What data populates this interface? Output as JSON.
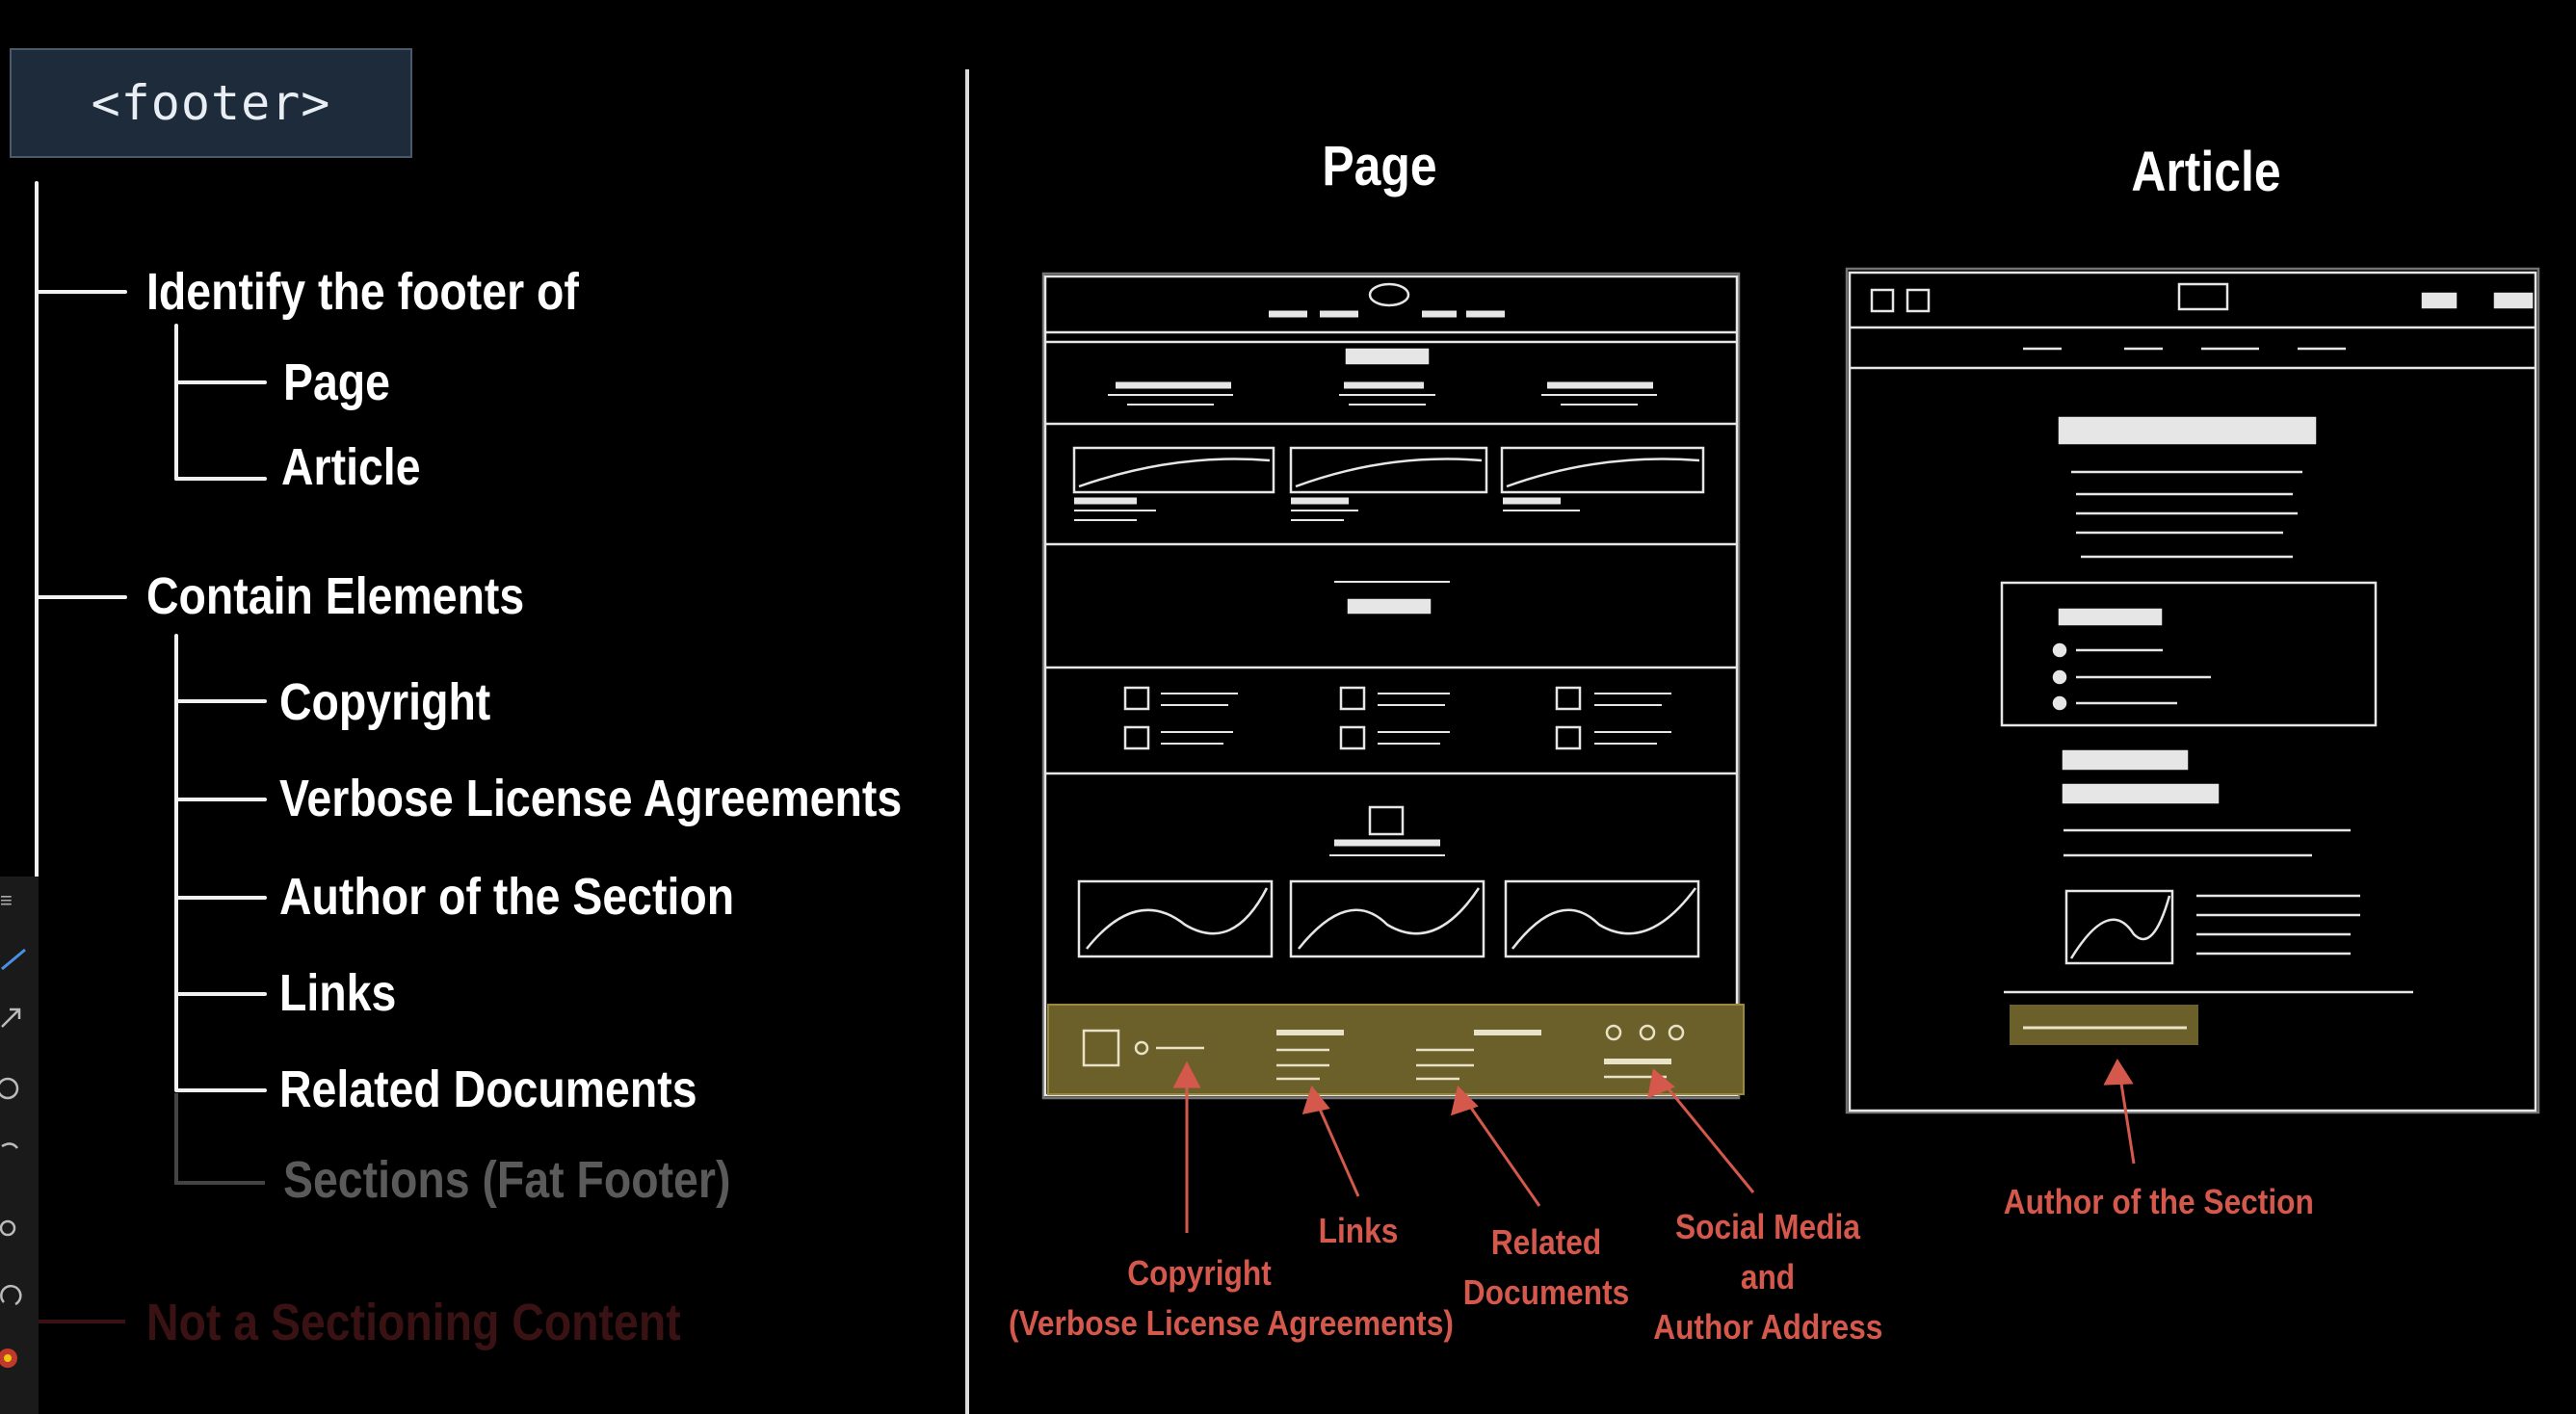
{
  "tag": "<footer>",
  "tree": {
    "identify": "Identify the footer of",
    "page": "Page",
    "article": "Article",
    "contain": "Contain Elements",
    "copyright": "Copyright",
    "license": "Verbose License Agreements",
    "author": "Author of the Section",
    "links": "Links",
    "related": "Related Documents",
    "sections": "Sections (Fat Footer)",
    "not_sectioning": "Not a Sectioning Content"
  },
  "headers": {
    "page": "Page",
    "article": "Article"
  },
  "annotations": {
    "copyright_line1": "Copyright",
    "copyright_line2": "(Verbose License Agreements)",
    "links": "Links",
    "related_line1": "Related",
    "related_line2": "Documents",
    "social_line1": "Social Media",
    "social_line2": "and",
    "social_line3": "Author Address",
    "article_author": "Author of the Section"
  },
  "colors": {
    "background": "#000000",
    "annotation": "#d4584c",
    "footer_highlight": "#6b5f2a",
    "tag_box": "#1d2b3a"
  },
  "toolbar_icons": [
    "pen-icon",
    "arrow-icon",
    "circle-icon",
    "line-icon",
    "dot-icon",
    "rotate-icon",
    "color-icon"
  ]
}
